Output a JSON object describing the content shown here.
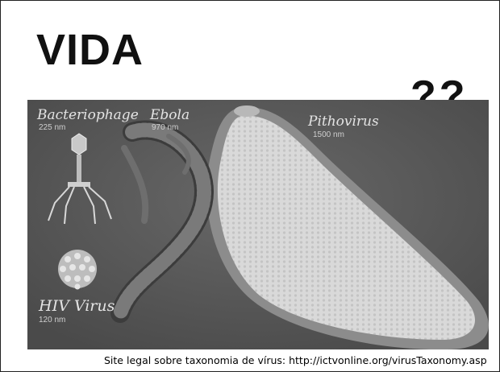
{
  "slide": {
    "title": "VIDA",
    "question": "??",
    "caption": "Site legal sobre taxonomia de vírus: http://ictvonline.org/virusTaxonomy.asp"
  },
  "figure": {
    "background_color": "#5a5a5a",
    "viruses": [
      {
        "name": "Bacteriophage",
        "size": "225 nm"
      },
      {
        "name": "Ebola",
        "size": "970 nm"
      },
      {
        "name": "Pithovirus",
        "size": "1500 nm"
      },
      {
        "name": "HIV Virus",
        "size": "120 nm"
      }
    ]
  }
}
